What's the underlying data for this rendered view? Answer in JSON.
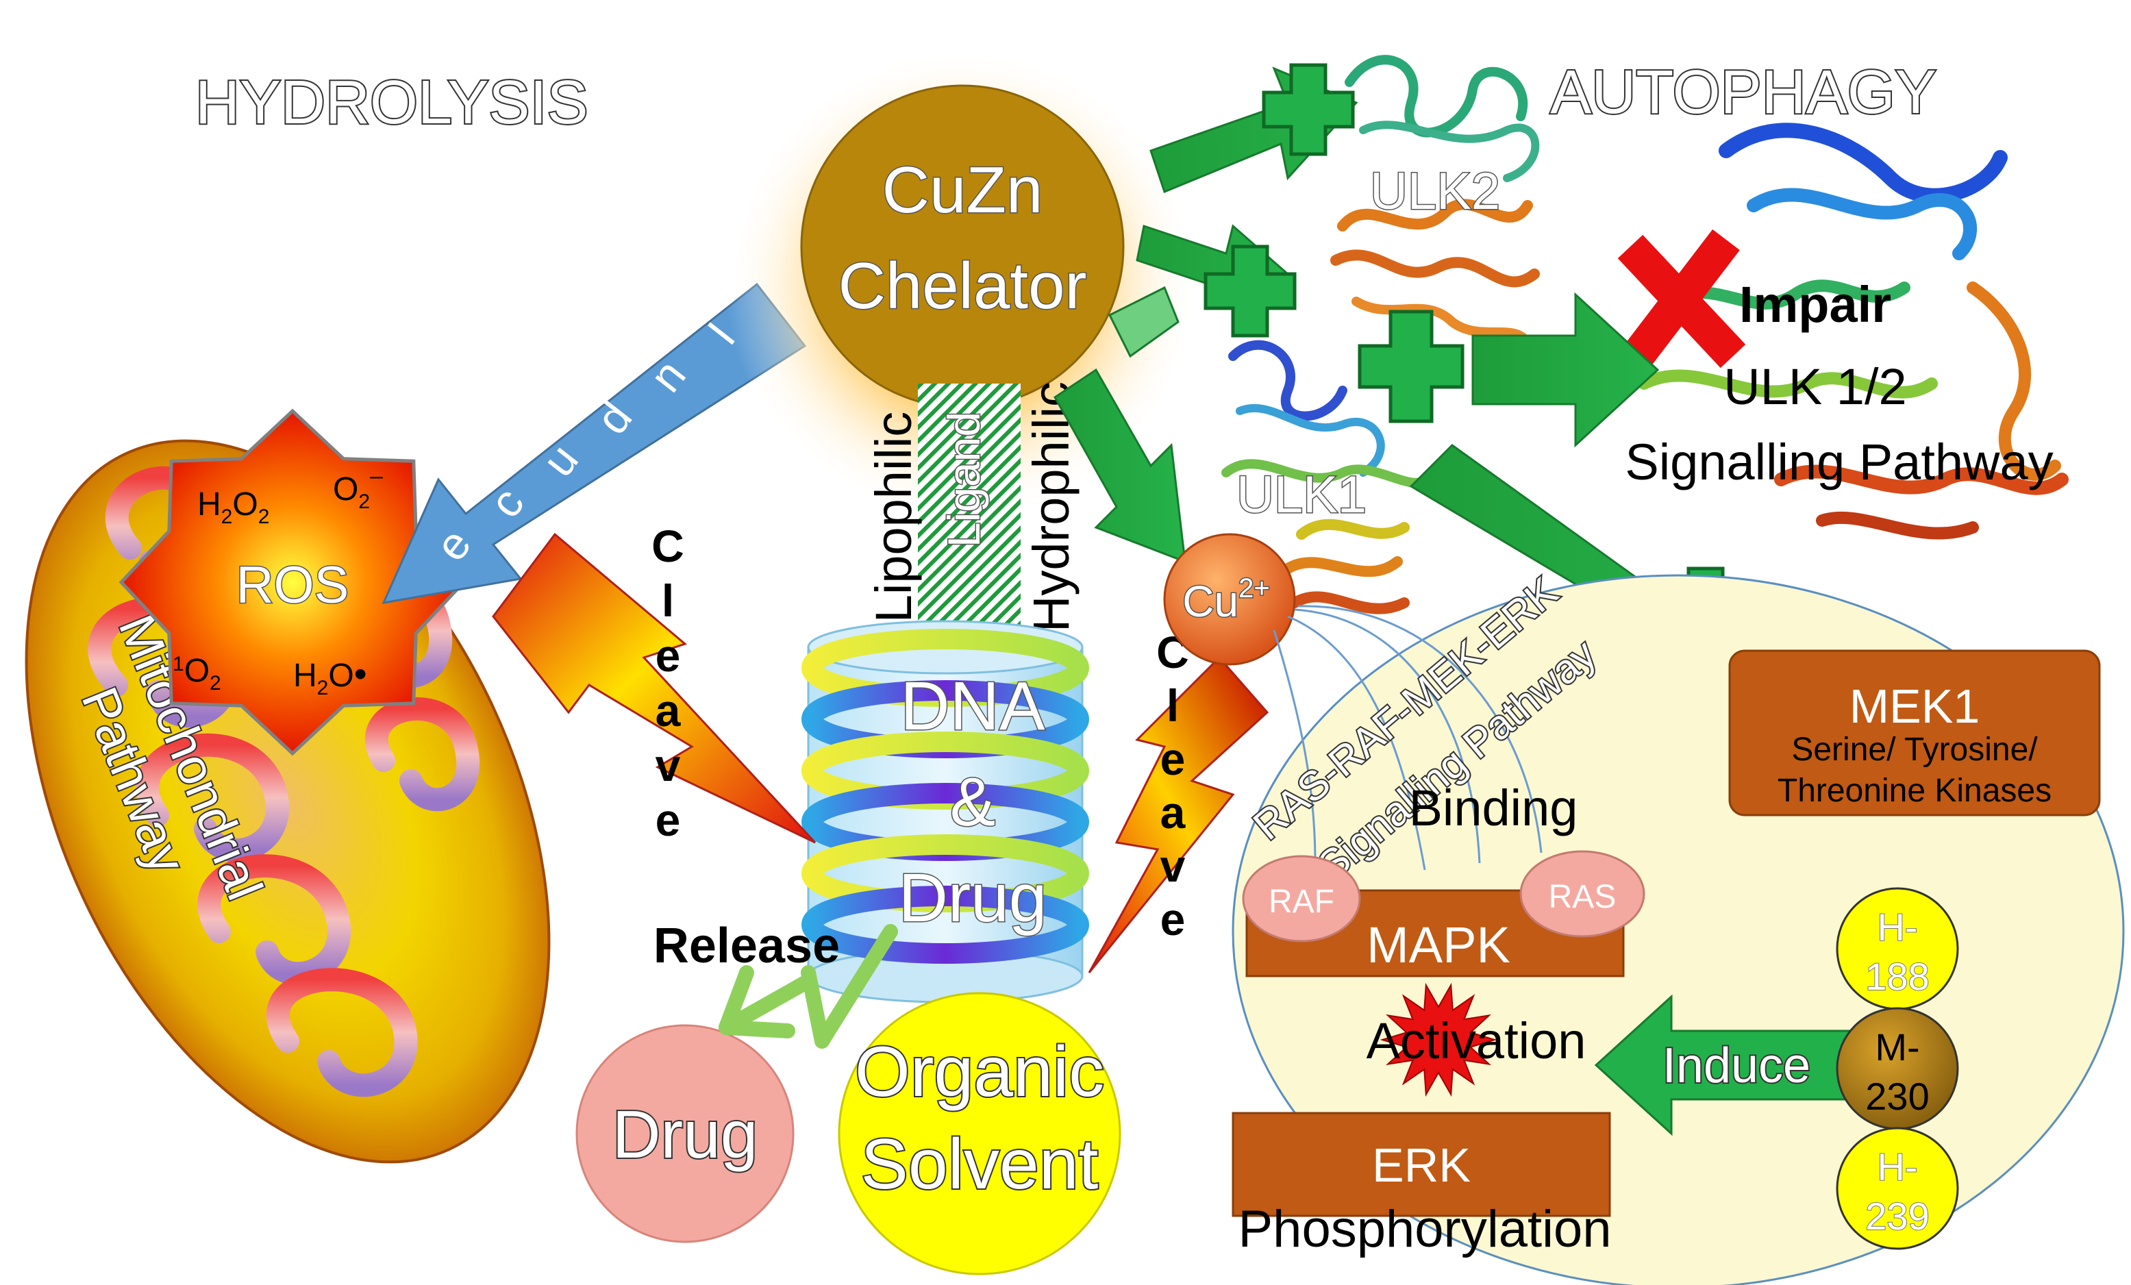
{
  "titles": {
    "hydrolysis": "HYDROLYSIS",
    "autophagy": "AUTOPHAGY"
  },
  "chelator": {
    "line1": "CuZn",
    "line2": "Chelator"
  },
  "ligand": {
    "lipophilic": "Lipophilic",
    "ligand": "Ligand",
    "hydrophilic": "Hydrophilic"
  },
  "dna_drug": {
    "line1": "DNA",
    "line2": "&",
    "line3": "Drug"
  },
  "organic_solvent": {
    "line1": "Organic",
    "line2": "Solvent"
  },
  "drug": "Drug",
  "release": "Release",
  "cleave_left": [
    "C",
    "l",
    "e",
    "a",
    "v",
    "e"
  ],
  "cleave_right": [
    "C",
    "l",
    "e",
    "a",
    "v",
    "e"
  ],
  "induce_arrow": [
    "I",
    "n",
    "d",
    "u",
    "c",
    "e"
  ],
  "ros": {
    "label": "ROS",
    "h2o2": "H",
    "h2o2_sub1": "2",
    "h2o2_o": "O",
    "h2o2_sub2": "2",
    "o2": "O",
    "o2_sub": "2",
    "o2_sup": "–",
    "singlet_sup": "1",
    "singlet_o": "O",
    "singlet_sub": "2",
    "h2o": "H",
    "h2o_sub": "2",
    "h2o_o": "O",
    "radical": "•"
  },
  "mito": {
    "line1": "Mitochondrial",
    "line2": "Pathway"
  },
  "cu_ion": {
    "base": "Cu",
    "sup": "2+"
  },
  "ulk": {
    "ulk2": "ULK2",
    "ulk1": "ULK1"
  },
  "impair": {
    "line1": "Impair",
    "line2": "ULK 1/2",
    "line3": "Signalling Pathway"
  },
  "ras_pathway": {
    "line1": "RAS-RAF-MEK-ERK",
    "line2": "Signalling Pathway"
  },
  "binding": "Binding",
  "raf": "RAF",
  "ras": "RAS",
  "mapk": "MAPK",
  "activation": "Activation",
  "erk": {
    "line1": "ERK",
    "line2": "Phosphorylation"
  },
  "mek1": {
    "title": "MEK1",
    "sub1": "Serine/ Tyrosine/",
    "sub2": "Threonine Kinases"
  },
  "induce_right": "Induce",
  "residues": [
    {
      "top": "H-",
      "bottom": "188"
    },
    {
      "top": "M-",
      "bottom": "230"
    },
    {
      "top": "H-",
      "bottom": "239"
    }
  ],
  "colors": {
    "green_arrow": "#1fa33a",
    "chelator": "#b8860b",
    "mek_box": "#c05a14",
    "induce_blue": "#5b9bd5",
    "cell_fill": "#fbf8d2",
    "yellow": "#ffff00",
    "drug_pink": "#f4a9a0"
  }
}
